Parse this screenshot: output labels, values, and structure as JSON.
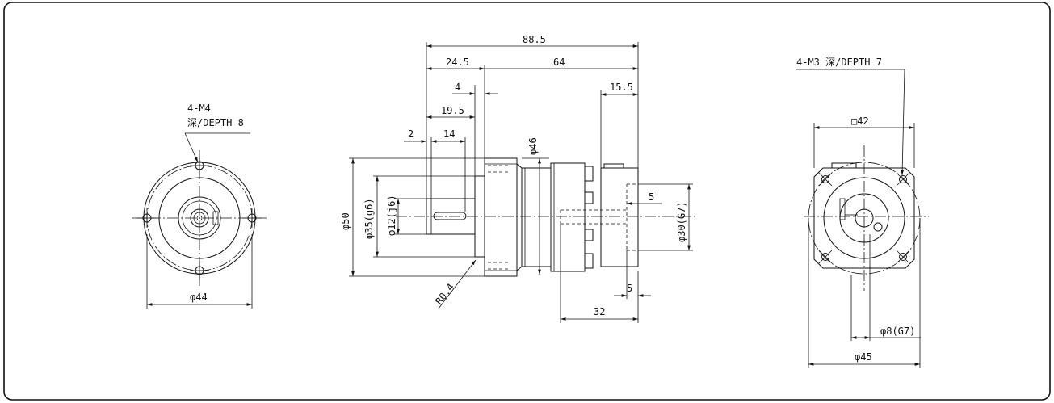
{
  "front_view": {
    "thread_callout_line1": "4-M4",
    "thread_callout_line2": "深/DEPTH  8",
    "diameter_label": "φ44"
  },
  "side_view": {
    "overall_length": "88.5",
    "flange_offset": "24.5",
    "body_length": "64",
    "flange_thickness": "4",
    "shaft_length": "19.5",
    "motor_flange_length": "15.5",
    "shaft_shoulder": "2",
    "key_length": "14",
    "body_diameter": "φ46",
    "outer_diameter": "φ50",
    "pilot_diameter": "φ35(g6)",
    "shaft_diameter": "φ12(j6)",
    "motor_pilot_diameter": "φ30(G7)",
    "pilot_depth_top": "5",
    "pilot_depth_bottom": "5",
    "bore_depth": "32",
    "fillet_radius": "R0.4"
  },
  "rear_view": {
    "thread_callout": "4-M3  深/DEPTH  7",
    "square_size": "□42",
    "bore_diameter": "φ8(G7)",
    "bolt_circle_diameter": "φ45"
  }
}
